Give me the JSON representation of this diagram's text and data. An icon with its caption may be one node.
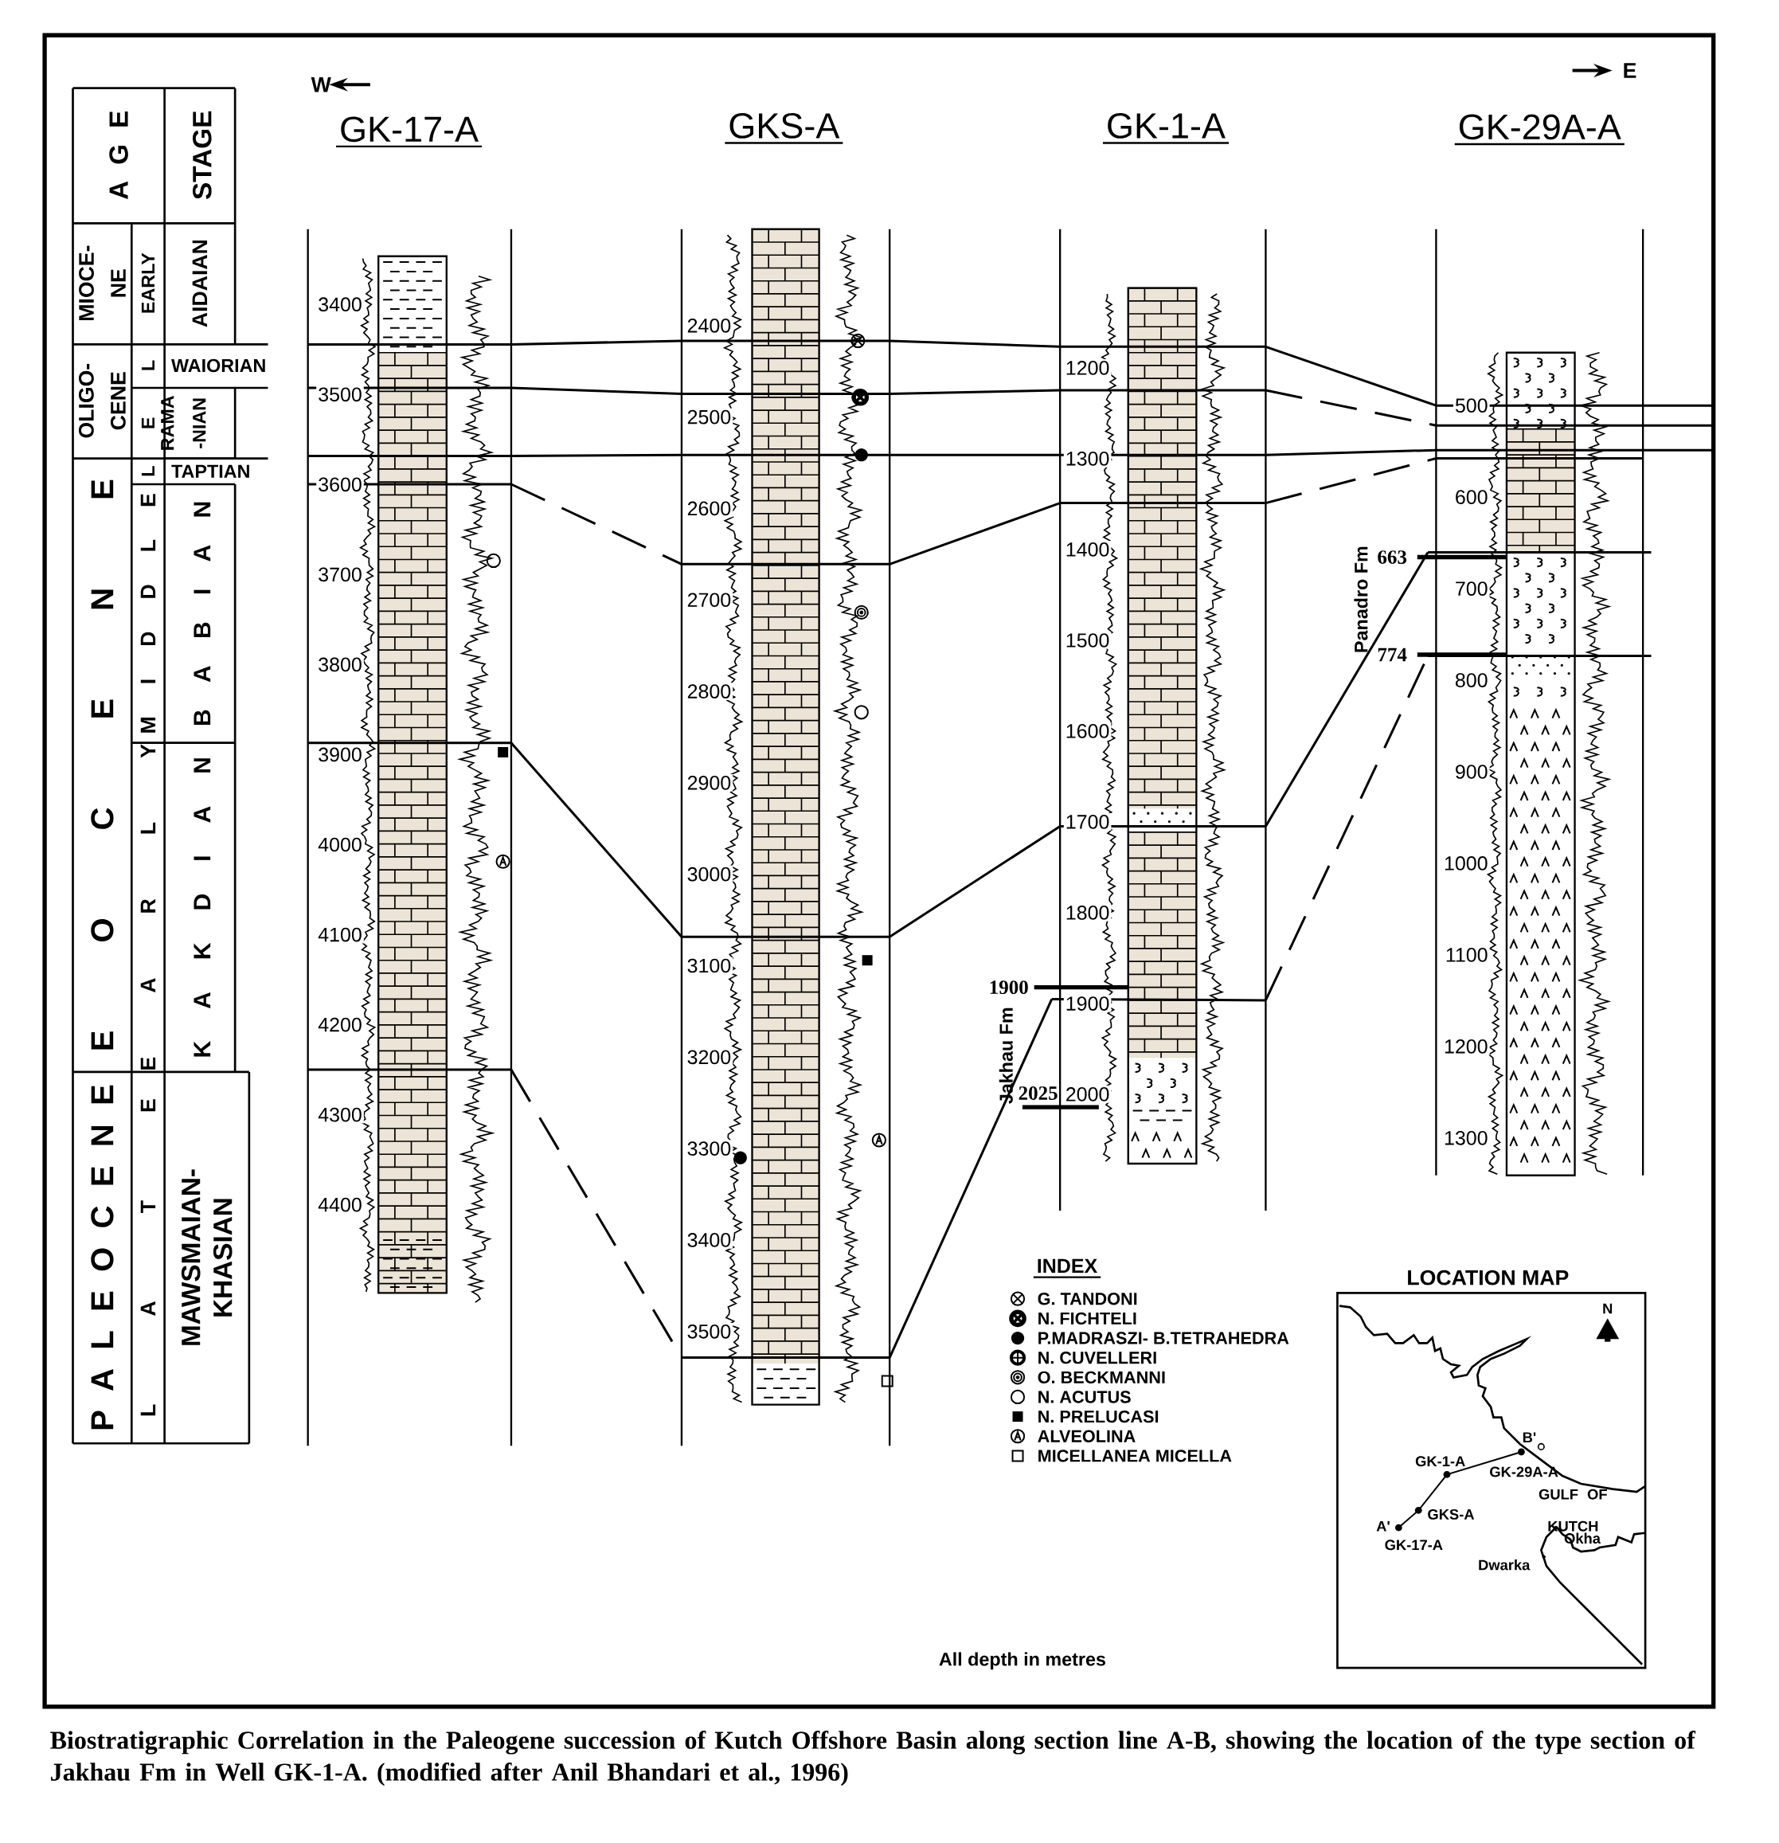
{
  "diagram": {
    "caption": "Biostratigraphic Correlation in the Paleogene succession of Kutch Offshore Basin along section line A-B, showing the location of the type section of Jakhau Fm in Well GK-1-A. (modified after Anil Bhandari et al., 1996)",
    "labels": [
      "W",
      "E",
      "GK-17-A",
      "GKS-A",
      "GK-1-A",
      "GK-29A-A",
      "A G E",
      "STAGE",
      "MIOCE- NE",
      "EARLY",
      "AIDAIAN",
      "OLIGO- CENE",
      "L",
      "WAIORIAN",
      "E",
      "RAMA -NIAN",
      "E O C E N E",
      "L",
      "TAPTIAN",
      "M I D D L E",
      "B A B I A N",
      "E A R L Y",
      "K A K D I A N",
      "P A L E O C E N E",
      "L A T E",
      "MAWSMAIAN- KHASIAN",
      "3400",
      "3500",
      "3600",
      "3700",
      "3800",
      "3900",
      "4000",
      "4100",
      "4200",
      "4300",
      "4400",
      "2400",
      "2500",
      "2600",
      "2700",
      "2800",
      "2900",
      "3000",
      "3100",
      "3200",
      "3300",
      "3400",
      "3500",
      "1200",
      "1300",
      "1400",
      "1500",
      "1600",
      "1700",
      "1800",
      "1900",
      "2000",
      "500",
      "600",
      "700",
      "800",
      "900",
      "1000",
      "1100",
      "1200",
      "1300",
      "663",
      "774",
      "Panadro Fm",
      "1900",
      "2025",
      "Jakhau Fm",
      "INDEX",
      "LOCATION MAP",
      "N",
      "B'",
      "GK-1-A",
      "GK-29A-A",
      "A'",
      "GKS-A",
      "GK-17-A",
      "GULF OF KUTCH",
      "Okha",
      "Dwarka",
      "All depth in metres"
    ],
    "legend": [
      {
        "text": "G. TANDONI"
      },
      {
        "text": "N. FICHTELI"
      },
      {
        "text": "P.MADRASZI- B.TETRAHEDRA"
      },
      {
        "text": "N. CUVELLERI"
      },
      {
        "text": "O. BECKMANNI"
      },
      {
        "text": "N. ACUTUS"
      },
      {
        "text": "N. PRELUCASI"
      },
      {
        "text": "ALVEOLINA"
      },
      {
        "text": "MICELLANEA MICELLA"
      }
    ]
  }
}
